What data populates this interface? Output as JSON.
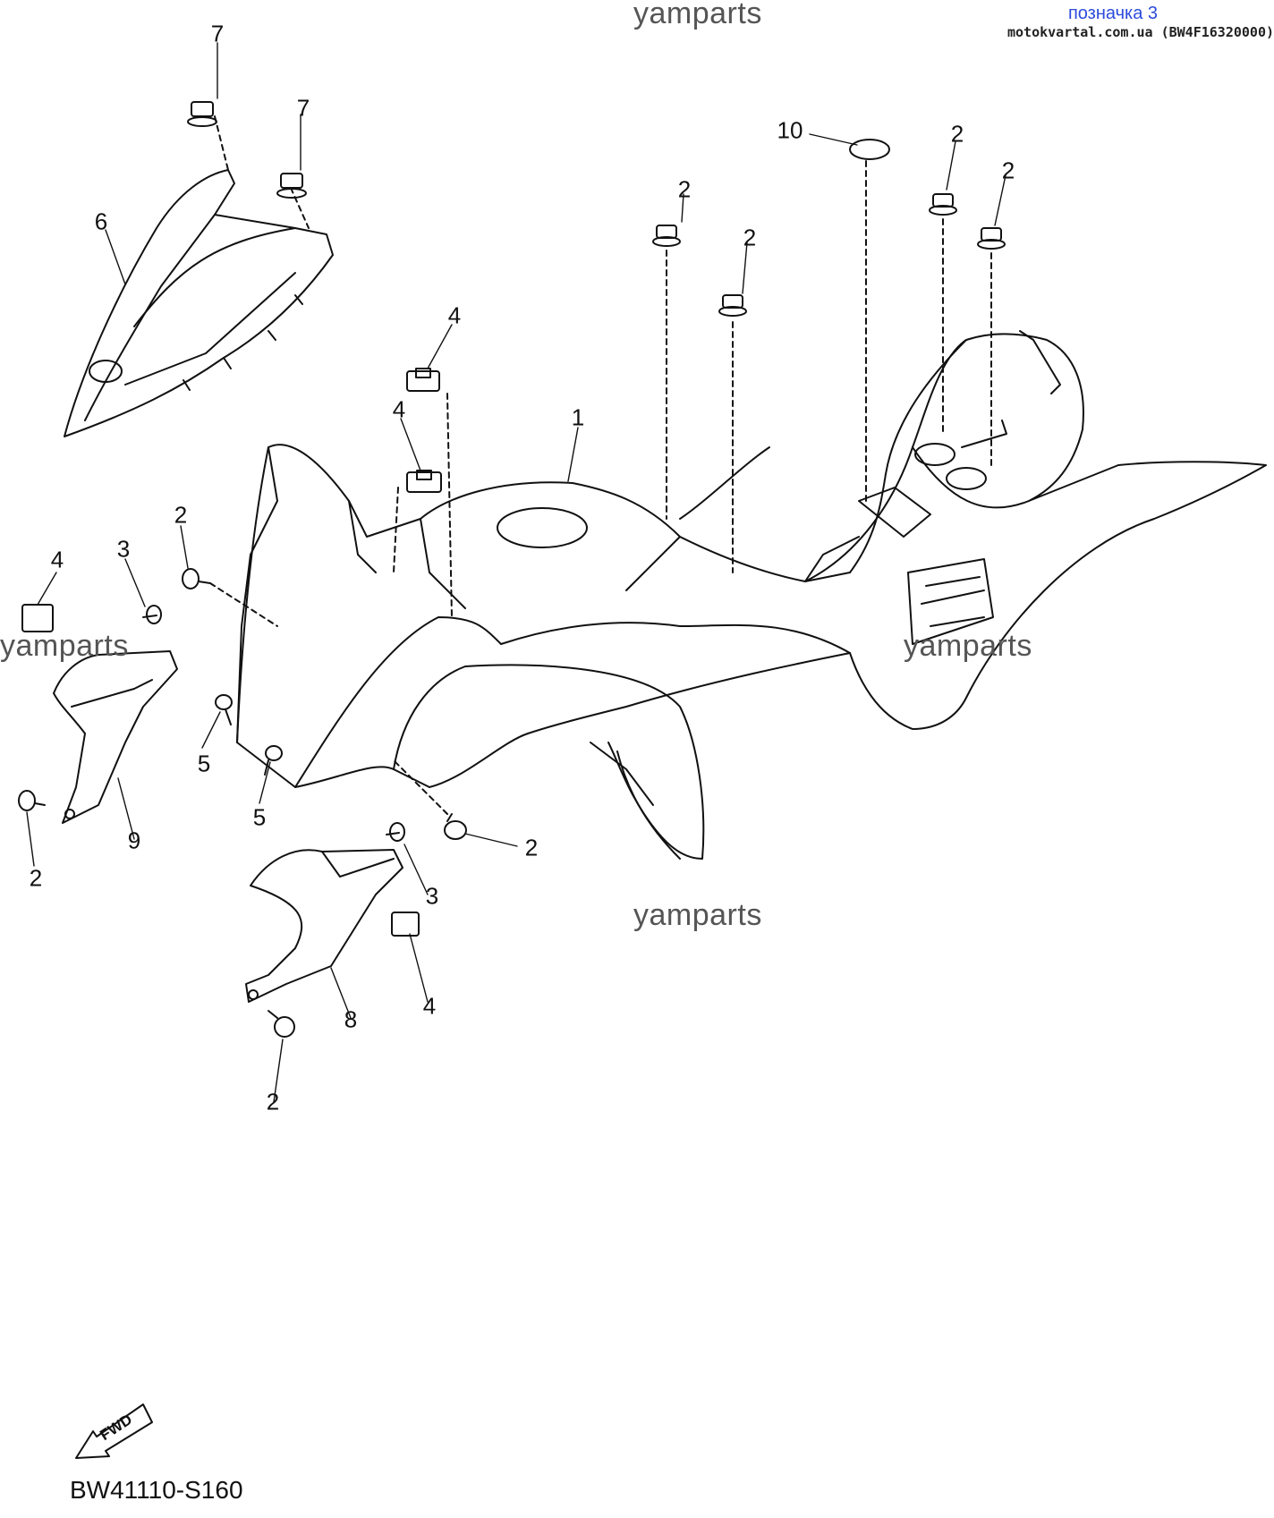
{
  "header": {
    "tag_label": "позначка 3",
    "site_code": "motokvartal.com.ua (BW4F16320000)"
  },
  "watermarks": [
    "yamparts",
    "yamparts",
    "yamparts",
    "yamparts"
  ],
  "callouts": [
    "7",
    "7",
    "6",
    "10",
    "2",
    "2",
    "2",
    "2",
    "4",
    "4",
    "1",
    "2",
    "3",
    "4",
    "5",
    "5",
    "2",
    "9",
    "2",
    "3",
    "4",
    "8",
    "2"
  ],
  "fwd_label": "FWD",
  "diagram_code": "BW41110-S160",
  "colors": {
    "line": "#111111",
    "tag": "#2b4bdc",
    "watermark": "#555555"
  }
}
